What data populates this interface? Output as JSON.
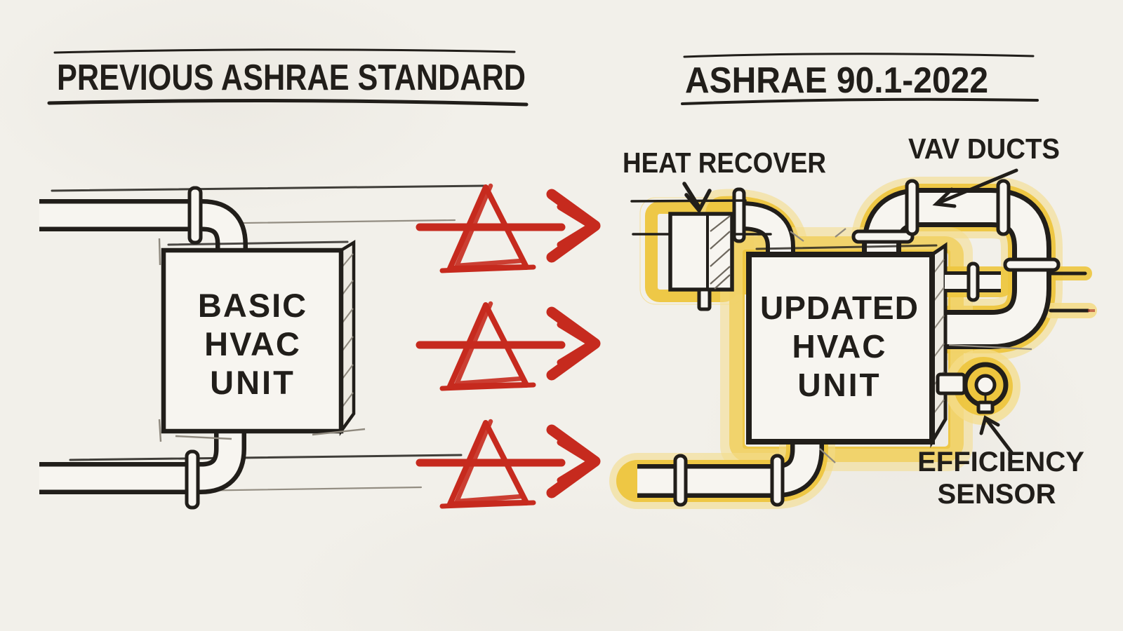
{
  "colors": {
    "paper": "#f2f0ea",
    "paper2": "#f7f5f0",
    "ink": "#211e1a",
    "highlight": "#edc53e",
    "highlight_soft": "#f4dc8a",
    "red": "#c62a1e"
  },
  "left_panel": {
    "title": "PREVIOUS ASHRAE STANDARD",
    "unit_label": [
      "BASIC",
      "HVAC",
      "UNIT"
    ]
  },
  "middle": {
    "arrows": 3,
    "symbol": "delta-triangle-arrow"
  },
  "right_panel": {
    "title": "ASHRAE 90.1-2022",
    "unit_label": [
      "UPDATED",
      "HVAC",
      "UNIT"
    ],
    "labels": {
      "heat_recovery": "HEAT RECOVER",
      "vav_ducts": "VAV DUCTS",
      "efficiency_sensor": [
        "EFFICIENCY",
        "SENSOR"
      ]
    }
  }
}
